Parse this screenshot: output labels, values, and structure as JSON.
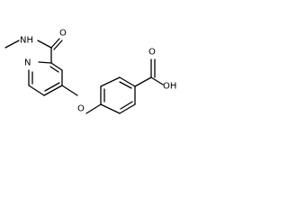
{
  "molecule": {
    "atoms": {
      "methyl_nh": "NH",
      "amide_o": "O",
      "pyridine_n": "N",
      "ether_o": "O",
      "acid_o": "O",
      "acid_oh": "OH"
    }
  },
  "colors": {
    "bond": "#000000",
    "label": "#000000",
    "background": "#ffffff"
  }
}
